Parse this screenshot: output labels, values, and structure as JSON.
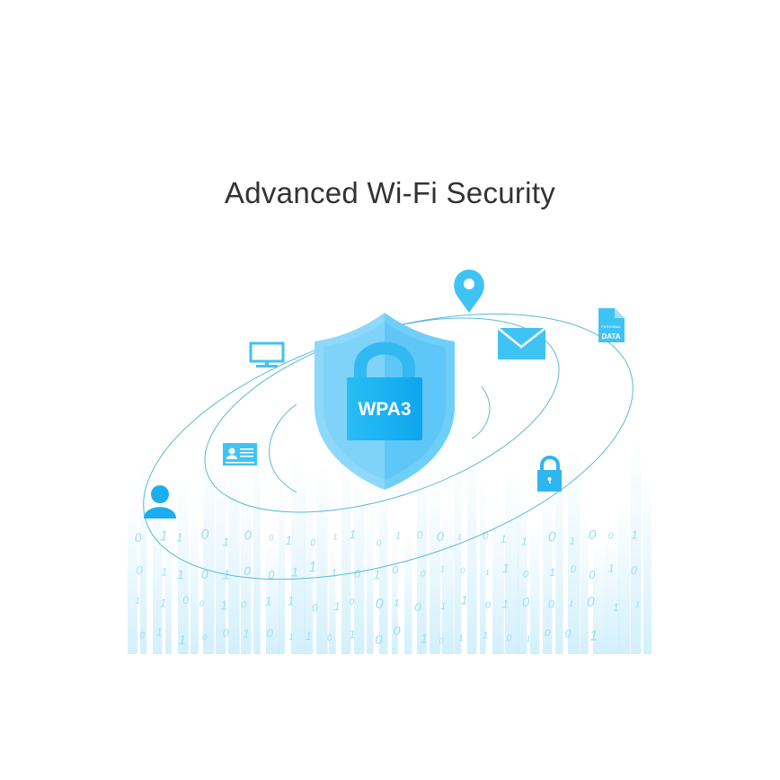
{
  "title": "Advanced Wi-Fi Security",
  "shield": {
    "label": "WPA3"
  },
  "document_icon": {
    "line1": "PERSONAL",
    "line2": "DATA"
  },
  "icons": [
    "location-pin-icon",
    "monitor-icon",
    "envelope-icon",
    "personal-data-document-icon",
    "id-card-icon",
    "padlock-icon",
    "user-icon"
  ],
  "binary_digits": "0110100101101001011010010110100111010010110100101100101101001011010010110110010110100101101001",
  "colors": {
    "accent": "#1aaef0",
    "shield_light": "#8dd8fb",
    "shield_dark": "#5cc6f7",
    "orbit": "#5bb8d8",
    "text": "#333333",
    "digits": "#9fdcf3"
  }
}
